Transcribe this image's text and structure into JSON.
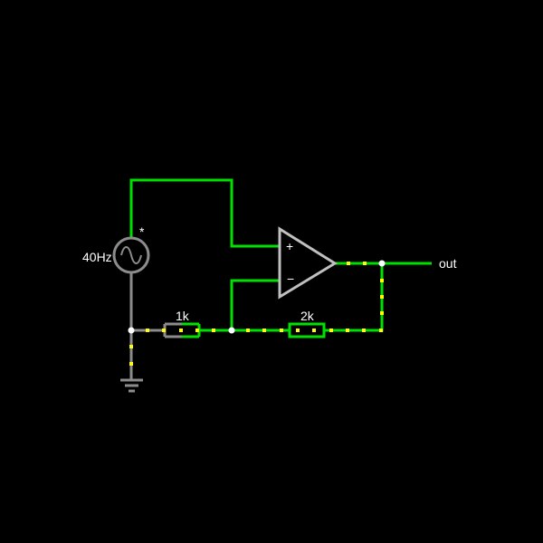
{
  "circuit": {
    "source": {
      "frequency_label": "40Hz",
      "marker": "*"
    },
    "resistors": [
      {
        "label": "1k"
      },
      {
        "label": "2k"
      }
    ],
    "opamp": {
      "plus": "+",
      "minus": "−"
    },
    "output_label": "out",
    "colors": {
      "wire_active": "#00e000",
      "wire_ground": "#8c8c8c",
      "current_dot": "#ffff00",
      "node": "#ffffff"
    }
  }
}
